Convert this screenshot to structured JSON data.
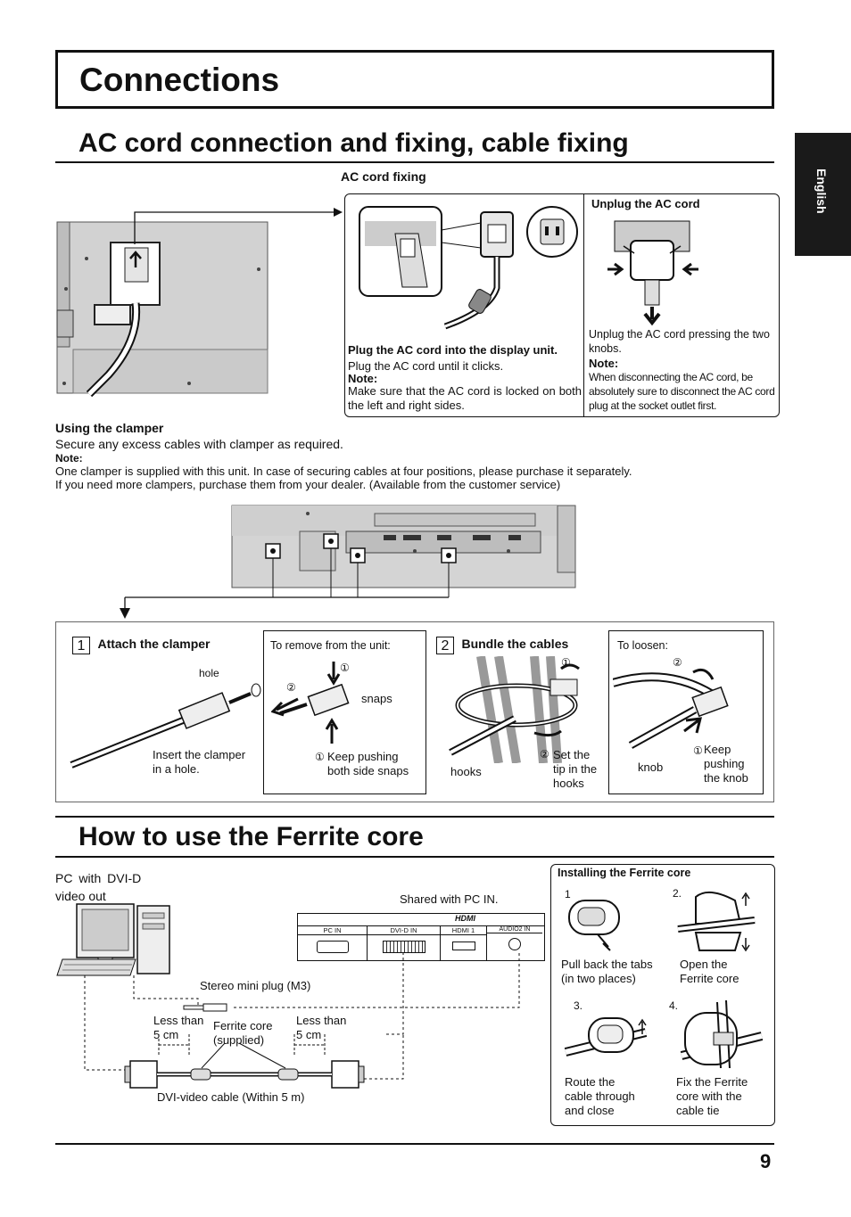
{
  "page_title": "Connections",
  "language_tab": "English",
  "section1": {
    "heading": "AC cord connection and fixing, cable fixing",
    "ac_cord_fixing_label": "AC cord fixing",
    "plug_in": {
      "title": "Plug the AC cord into the display unit.",
      "line1": "Plug the AC cord until it clicks.",
      "note_label": "Note:",
      "note_text": "Make sure that the AC cord is locked on both the left and right sides."
    },
    "unplug": {
      "title": "Unplug the AC cord",
      "line1": "Unplug the AC cord pressing the two knobs.",
      "note_label": "Note:",
      "note_text": "When disconnecting the AC cord, be absolutely sure to disconnect the AC cord plug at the socket outlet first."
    },
    "clamper": {
      "title": "Using the clamper",
      "line1": "Secure any excess cables with clamper as required.",
      "note_label": "Note:",
      "note_line1": "One clamper is supplied with this unit. In case of securing cables at four positions, please purchase it separately.",
      "note_line2": "If you need more clampers, purchase them from your dealer. (Available from the customer service)"
    },
    "step1": {
      "num": "1",
      "title": "Attach the clamper",
      "hole": "hole",
      "insert1": "Insert the clamper",
      "insert2": "in a hole.",
      "remove_title": "To remove from the unit:",
      "circled1": "①",
      "circled2": "②",
      "snaps": "snaps",
      "keep1": "Keep pushing",
      "keep2": "both side snaps"
    },
    "step2": {
      "num": "2",
      "title": "Bundle the cables",
      "circled1": "①",
      "circled2": "②",
      "hooks": "hooks",
      "set1": "Set the",
      "set2": "tip in the",
      "set3": "hooks",
      "loosen_title": "To loosen:",
      "knob": "knob",
      "keep1": "Keep",
      "keep2": "pushing",
      "keep3": "the knob"
    }
  },
  "section2": {
    "heading": "How to use the Ferrite core",
    "pc1": "PC with DVI-D",
    "pc2": "video out",
    "shared": "Shared with PC IN.",
    "panel_labels": [
      "PC IN",
      "DVI-D IN",
      "HDMI 1",
      "AUDIO2 IN"
    ],
    "hdmi_logo": "HDMI",
    "stereo": "Stereo mini plug (M3)",
    "less_than": "Less than",
    "five_cm": "5 cm",
    "ferrite1": "Ferrite core",
    "ferrite2": "(supplied)",
    "dvi_cable": "DVI-video cable (Within 5 m)",
    "installing": {
      "title": "Installing the Ferrite core",
      "s1_num": "1",
      "s1_l1": "Pull back the tabs",
      "s1_l2": "(in two places)",
      "s2_num": "2.",
      "s2_l1": "Open the",
      "s2_l2": "Ferrite core",
      "s3_num": "3.",
      "s3_l1": "Route the",
      "s3_l2": "cable through",
      "s3_l3": "and close",
      "s4_num": "4.",
      "s4_l1": "Fix the Ferrite",
      "s4_l2": "core with the",
      "s4_l3": "cable tie"
    }
  },
  "page_number": "9"
}
